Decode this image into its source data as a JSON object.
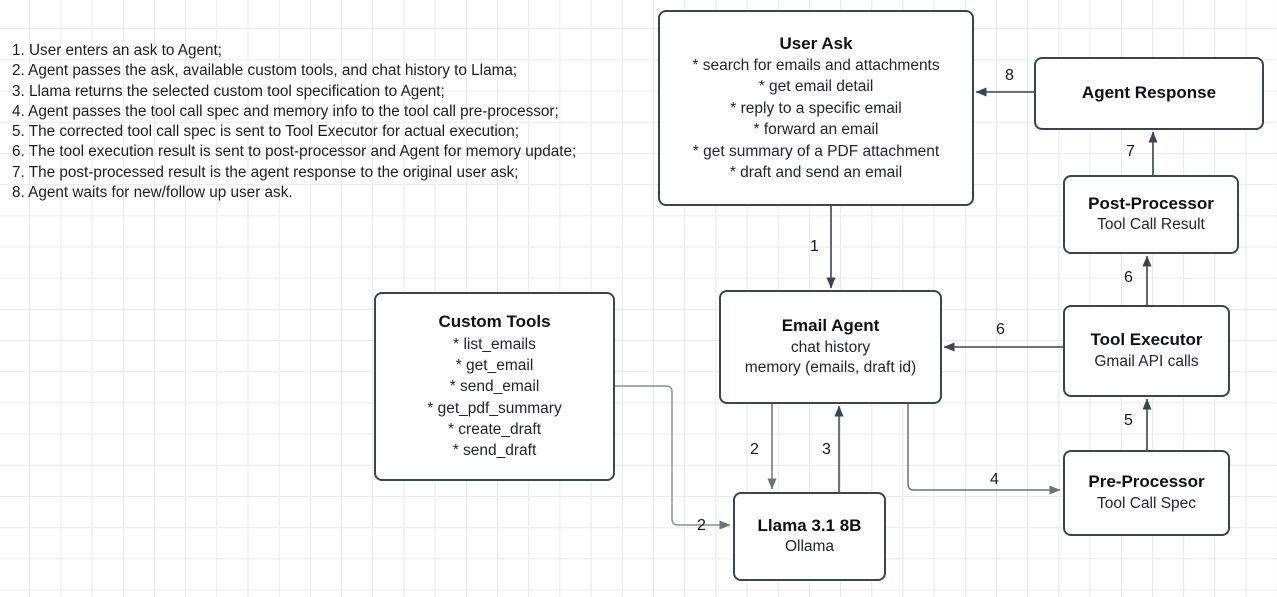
{
  "legend": {
    "steps": [
      "1. User enters an ask to Agent;",
      "2. Agent passes the ask, available custom tools, and chat history to Llama;",
      "3. Llama returns the selected custom tool specification to Agent;",
      "4. Agent passes the tool call spec and memory info to the tool call pre-processor;",
      "5. The corrected tool call spec is sent to Tool Executor for actual execution;",
      "6. The tool execution result is sent to post-processor and Agent for memory update;",
      "7. The post-processed result is the agent response to the original user ask;",
      "8. Agent waits for new/follow up user ask."
    ]
  },
  "nodes": {
    "user_ask": {
      "title": "User Ask",
      "items": [
        "* search for emails and attachments",
        "* get email detail",
        "* reply to a specific email",
        "* forward an email",
        "* get summary of a PDF attachment",
        "* draft and send an email"
      ]
    },
    "agent_response": {
      "title": "Agent Response"
    },
    "post_processor": {
      "title": "Post-Processor",
      "subtitle": "Tool Call Result"
    },
    "tool_executor": {
      "title": "Tool Executor",
      "subtitle": "Gmail API calls"
    },
    "pre_processor": {
      "title": "Pre-Processor",
      "subtitle": "Tool Call Spec"
    },
    "email_agent": {
      "title": "Email Agent",
      "subtitle_1": "chat history",
      "subtitle_2": "memory (emails, draft id)"
    },
    "llama": {
      "title": "Llama 3.1 8B",
      "subtitle": "Ollama"
    },
    "custom_tools": {
      "title": "Custom Tools",
      "items": [
        "* list_emails",
        "* get_email",
        "* send_email",
        "* get_pdf_summary",
        "* create_draft",
        "* send_draft"
      ]
    }
  },
  "edges": {
    "e1": "1",
    "e2_agent_llama": "2",
    "e2_tools_llama": "2",
    "e3": "3",
    "e4": "4",
    "e5": "5",
    "e6_vertical": "6",
    "e6_horizontal": "6",
    "e7": "7",
    "e8": "8"
  },
  "colors": {
    "node_border": "#3d4450",
    "node_fill": "#ffffff",
    "grid_line": "#e9e9e9",
    "edge_dark": "#3d4450",
    "edge_gray": "#8a8d92",
    "text": "#1b1b1b"
  }
}
